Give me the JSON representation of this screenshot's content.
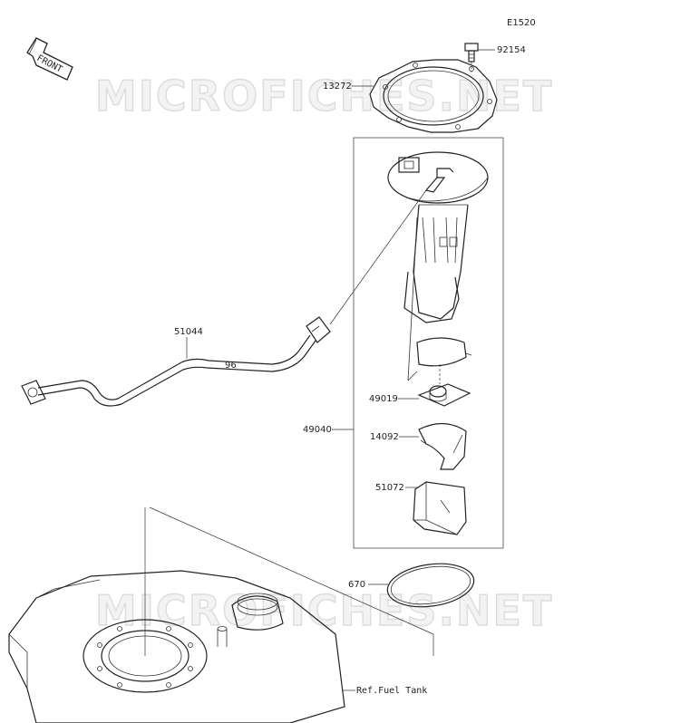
{
  "diagram_code": "E1520",
  "front_label": "FRONT",
  "watermark": "MICROFICHES.NET",
  "callouts": {
    "p92154": "92154",
    "p13272": "13272",
    "p51044": "51044",
    "p49019": "49019",
    "p49040": "49040",
    "p14092": "14092",
    "p51072": "51072",
    "p670": "670",
    "ref_tank": "Ref.Fuel Tank"
  },
  "colors": {
    "line": "#222222",
    "watermark_fill": "#f3f3f3",
    "watermark_stroke": "#dcdcdc"
  },
  "icons": [
    "front-arrow-icon"
  ]
}
